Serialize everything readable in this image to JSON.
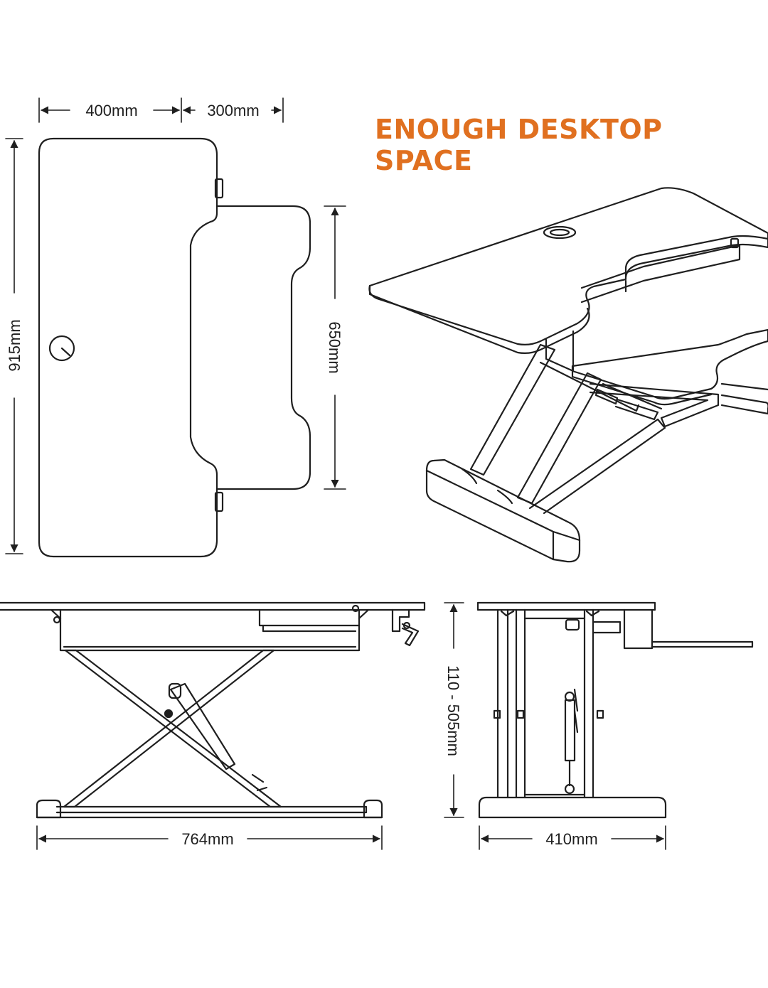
{
  "headline": {
    "line1": "ENOUGH DESKTOP",
    "line2": "SPACE",
    "color": "#e07020"
  },
  "dimensions": {
    "top_width_left": "400mm",
    "top_width_right": "300mm",
    "top_depth_total": "915mm",
    "keyboard_tray_depth": "650mm",
    "base_width": "764mm",
    "height_range": "110 - 505mm",
    "base_depth": "410mm"
  },
  "colors": {
    "line": "#1f1f1f",
    "background": "#ffffff"
  }
}
